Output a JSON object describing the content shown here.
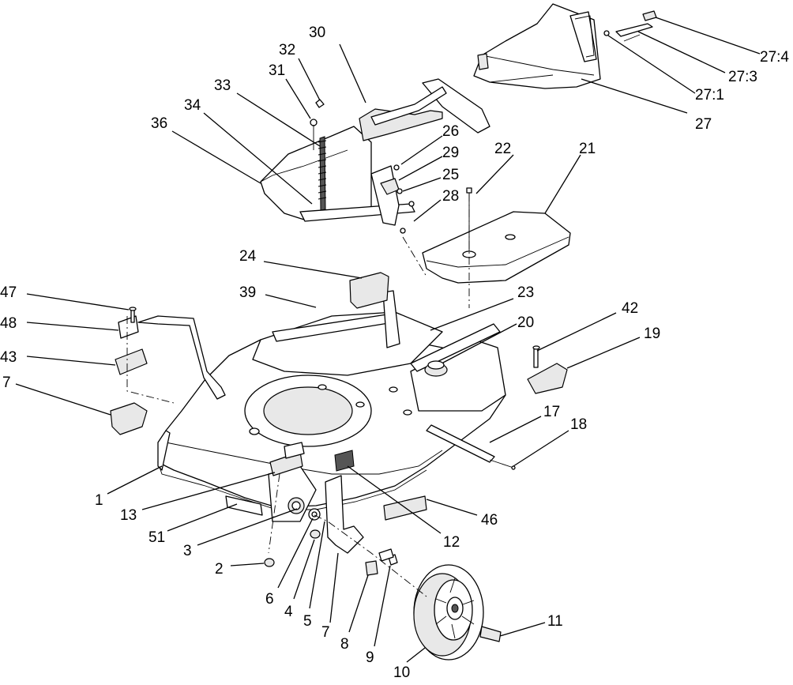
{
  "callouts": [
    {
      "id": "c-30",
      "label": "30"
    },
    {
      "id": "c-32",
      "label": "32"
    },
    {
      "id": "c-31",
      "label": "31"
    },
    {
      "id": "c-33",
      "label": "33"
    },
    {
      "id": "c-34",
      "label": "34"
    },
    {
      "id": "c-36",
      "label": "36"
    },
    {
      "id": "c-26",
      "label": "26"
    },
    {
      "id": "c-29",
      "label": "29"
    },
    {
      "id": "c-25",
      "label": "25"
    },
    {
      "id": "c-28",
      "label": "28"
    },
    {
      "id": "c-22",
      "label": "22"
    },
    {
      "id": "c-21",
      "label": "21"
    },
    {
      "id": "c-27-4",
      "label": "27:4"
    },
    {
      "id": "c-27-3",
      "label": "27:3"
    },
    {
      "id": "c-27-1",
      "label": "27:1"
    },
    {
      "id": "c-27",
      "label": "27"
    },
    {
      "id": "c-24",
      "label": "24"
    },
    {
      "id": "c-39",
      "label": "39"
    },
    {
      "id": "c-23",
      "label": "23"
    },
    {
      "id": "c-20",
      "label": "20"
    },
    {
      "id": "c-42",
      "label": "42"
    },
    {
      "id": "c-19",
      "label": "19"
    },
    {
      "id": "c-47",
      "label": "47"
    },
    {
      "id": "c-48",
      "label": "48"
    },
    {
      "id": "c-43",
      "label": "43"
    },
    {
      "id": "c-7a",
      "label": "7"
    },
    {
      "id": "c-17",
      "label": "17"
    },
    {
      "id": "c-18",
      "label": "18"
    },
    {
      "id": "c-1",
      "label": "1"
    },
    {
      "id": "c-13",
      "label": "13"
    },
    {
      "id": "c-51",
      "label": "51"
    },
    {
      "id": "c-46",
      "label": "46"
    },
    {
      "id": "c-12",
      "label": "12"
    },
    {
      "id": "c-3",
      "label": "3"
    },
    {
      "id": "c-2",
      "label": "2"
    },
    {
      "id": "c-6",
      "label": "6"
    },
    {
      "id": "c-4",
      "label": "4"
    },
    {
      "id": "c-5",
      "label": "5"
    },
    {
      "id": "c-7b",
      "label": "7"
    },
    {
      "id": "c-8",
      "label": "8"
    },
    {
      "id": "c-9",
      "label": "9"
    },
    {
      "id": "c-11",
      "label": "11"
    },
    {
      "id": "c-10",
      "label": "10"
    }
  ]
}
